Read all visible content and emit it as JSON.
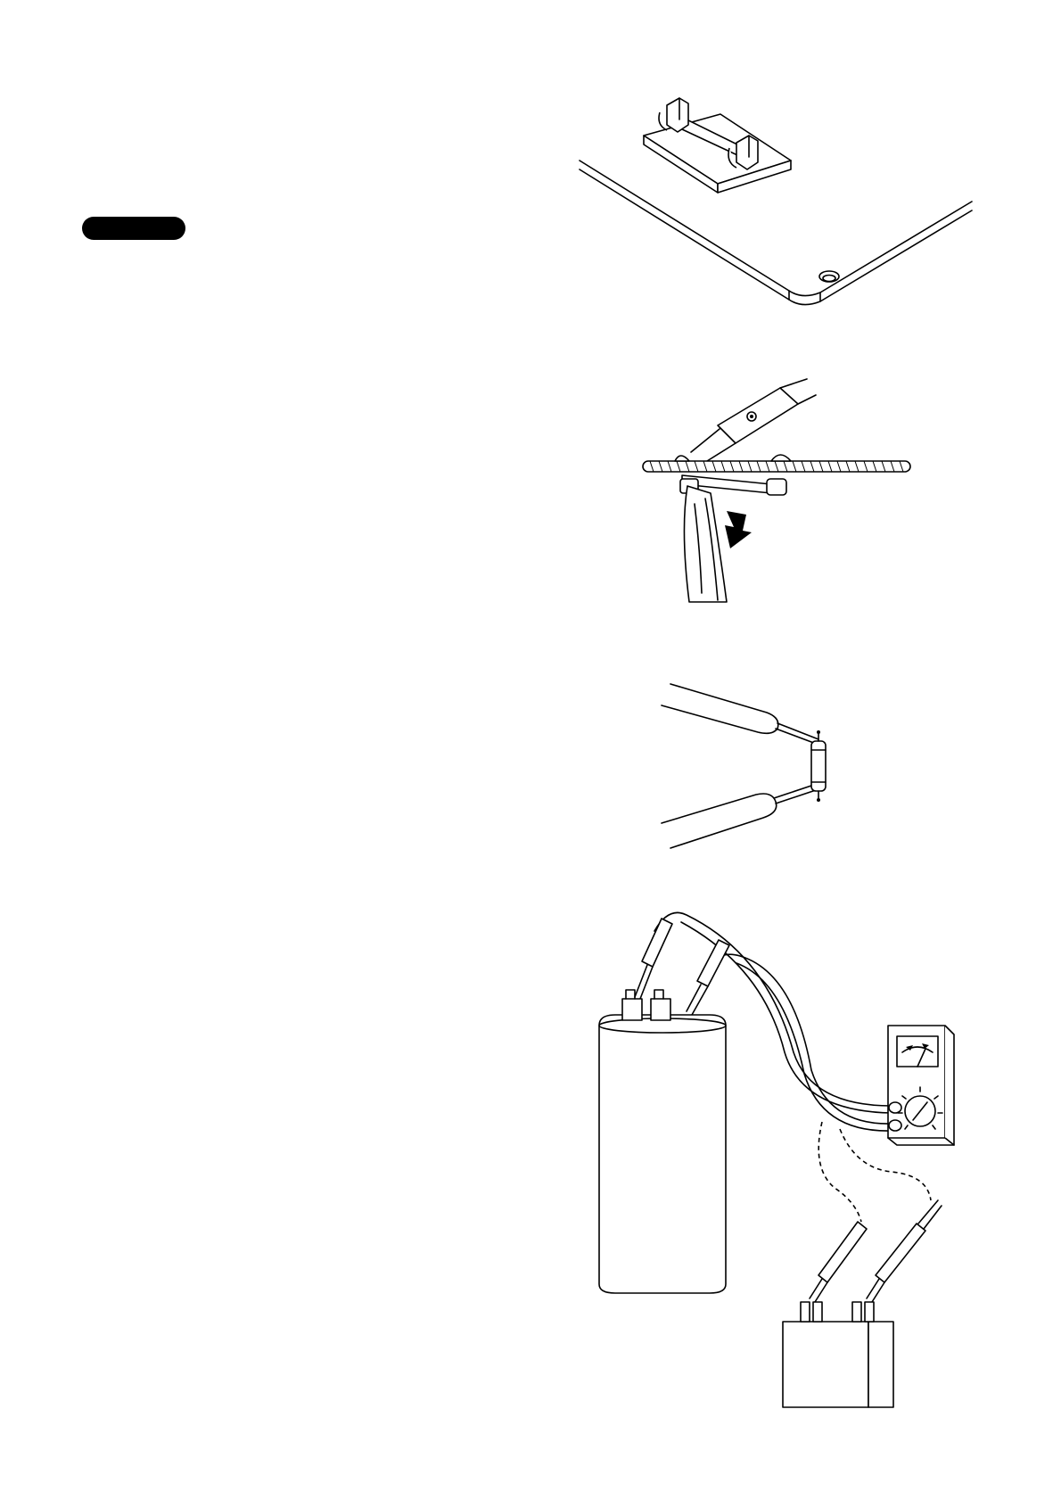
{
  "page": {
    "background": "#ffffff",
    "ink": "#000000",
    "section_tab": {
      "label": ""
    }
  },
  "figures": [
    {
      "id": "fuse-holder-on-board"
    },
    {
      "id": "fuse-removal-with-pliers"
    },
    {
      "id": "fuse-continuity-test"
    },
    {
      "id": "capacitor-test-with-multimeter"
    }
  ]
}
